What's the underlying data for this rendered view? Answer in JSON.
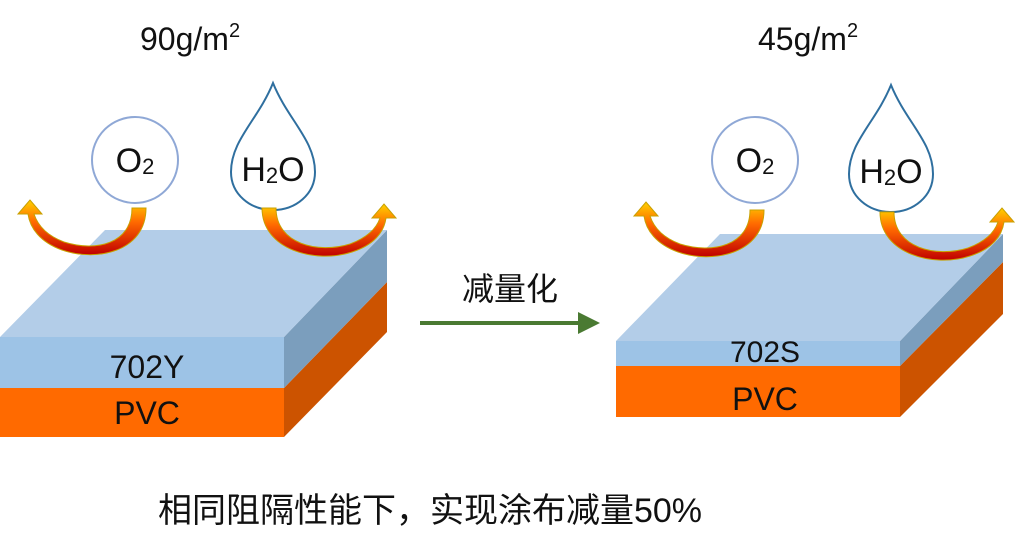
{
  "left": {
    "weight_value": "90g/m",
    "weight_exp": "2",
    "layer_label": "702Y",
    "base_label": "PVC"
  },
  "right": {
    "weight_value": "45g/m",
    "weight_exp": "2",
    "layer_label": "702S",
    "base_label": "PVC"
  },
  "gases": {
    "oxygen": {
      "main": "O",
      "sub": "2"
    },
    "water": {
      "main1": "H",
      "sub": "2",
      "main2": "O"
    }
  },
  "transition_label": "减量化",
  "caption": "相同阻隔性能下，实现涂布减量50%",
  "colors": {
    "coating_top": "#b3cde8",
    "coating_front": "#9bc0e5",
    "coating_side": "#7b9ebd",
    "pvc_front": "#ff6a00",
    "pvc_side": "#cc5300",
    "circle_stroke": "#8fa8d6",
    "drop_stroke": "#2f6f9f",
    "arrow_green": "#4a7a32",
    "flow_dark": "#c00000",
    "flow_light": "#ffd200"
  }
}
